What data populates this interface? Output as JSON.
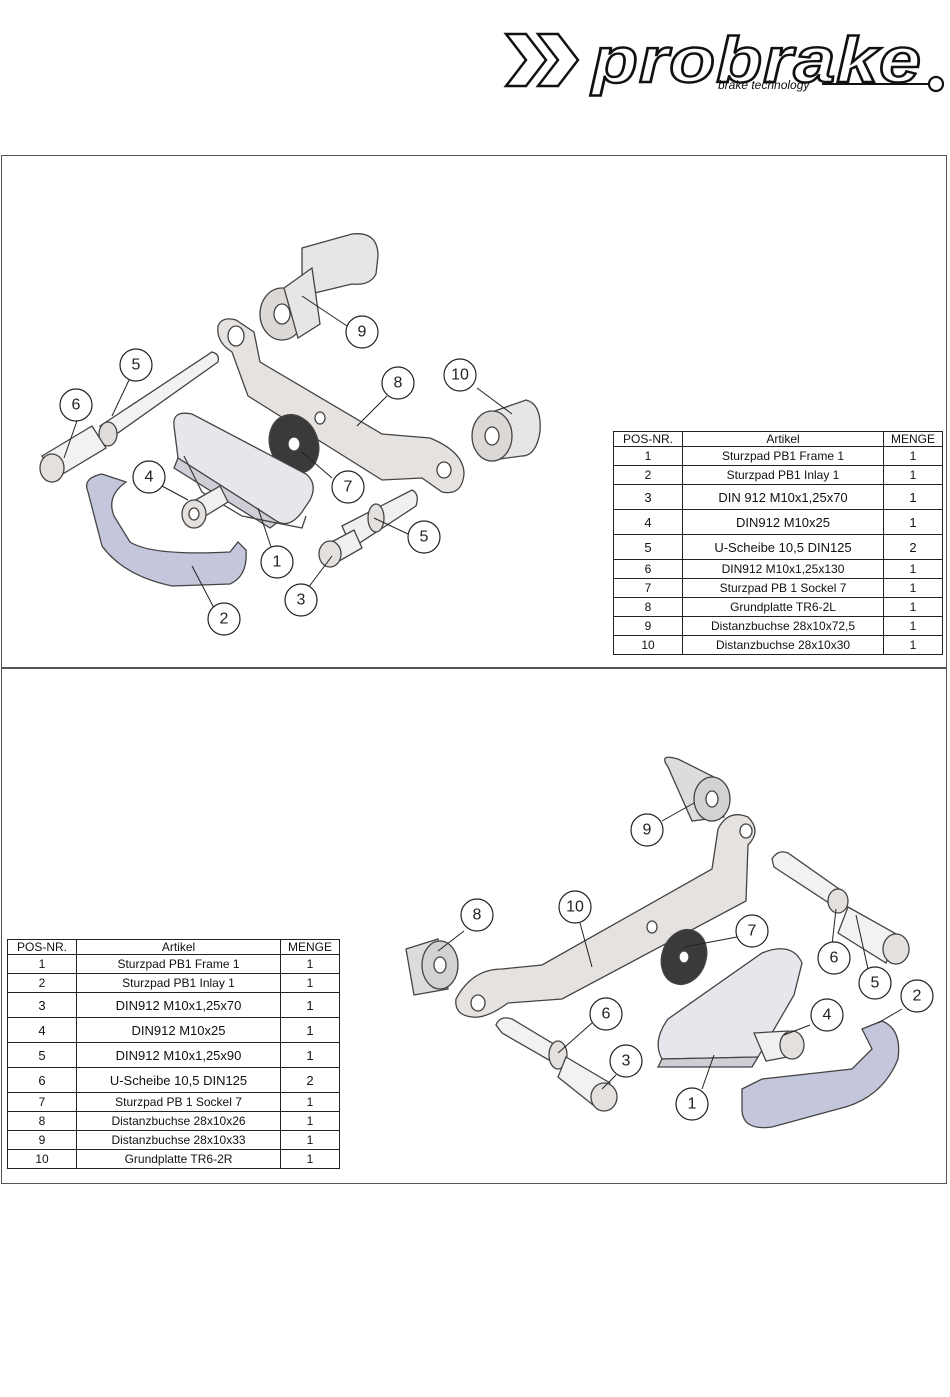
{
  "logo": {
    "brand": "probrake",
    "tagline": "brake technology"
  },
  "top_table": {
    "headers": [
      "POS-NR.",
      "Artikel",
      "MENGE"
    ],
    "rows": [
      {
        "pos": "1",
        "artikel": "Sturzpad PB1 Frame 1",
        "menge": "1"
      },
      {
        "pos": "2",
        "artikel": "Sturzpad PB1 Inlay 1",
        "menge": "1"
      },
      {
        "pos": "3",
        "artikel": "DIN 912 M10x1,25x70",
        "menge": "1"
      },
      {
        "pos": "4",
        "artikel": "DIN912 M10x25",
        "menge": "1"
      },
      {
        "pos": "5",
        "artikel": "U-Scheibe 10,5 DIN125",
        "menge": "2"
      },
      {
        "pos": "6",
        "artikel": "DIN912 M10x1,25x130",
        "menge": "1"
      },
      {
        "pos": "7",
        "artikel": "Sturzpad PB 1 Sockel 7",
        "menge": "1"
      },
      {
        "pos": "8",
        "artikel": "Grundplatte TR6-2L",
        "menge": "1"
      },
      {
        "pos": "9",
        "artikel": "Distanzbuchse 28x10x72,5",
        "menge": "1"
      },
      {
        "pos": "10",
        "artikel": "Distanzbuchse 28x10x30",
        "menge": "1"
      }
    ]
  },
  "bottom_table": {
    "headers": [
      "POS-NR.",
      "Artikel",
      "MENGE"
    ],
    "rows": [
      {
        "pos": "1",
        "artikel": "Sturzpad PB1 Frame 1",
        "menge": "1"
      },
      {
        "pos": "2",
        "artikel": "Sturzpad PB1 Inlay 1",
        "menge": "1"
      },
      {
        "pos": "3",
        "artikel": "DIN912 M10x1,25x70",
        "menge": "1"
      },
      {
        "pos": "4",
        "artikel": "DIN912 M10x25",
        "menge": "1"
      },
      {
        "pos": "5",
        "artikel": "DIN912 M10x1,25x90",
        "menge": "1"
      },
      {
        "pos": "6",
        "artikel": "U-Scheibe 10,5 DIN125",
        "menge": "2"
      },
      {
        "pos": "7",
        "artikel": "Sturzpad PB 1 Sockel 7",
        "menge": "1"
      },
      {
        "pos": "8",
        "artikel": "Distanzbuchse 28x10x26",
        "menge": "1"
      },
      {
        "pos": "9",
        "artikel": "Distanzbuchse 28x10x33",
        "menge": "1"
      },
      {
        "pos": "10",
        "artikel": "Grundplatte TR6-2R",
        "menge": "1"
      }
    ]
  },
  "top_balloons": [
    "9",
    "5",
    "8",
    "10",
    "6",
    "4",
    "7",
    "1",
    "5",
    "3",
    "2"
  ],
  "bottom_balloons": [
    "9",
    "10",
    "7",
    "8",
    "6",
    "6",
    "5",
    "2",
    "4",
    "3",
    "1"
  ],
  "colors": {
    "pad": "#c4c6dc",
    "metal": "#e6e2e0",
    "outline": "#444444"
  }
}
